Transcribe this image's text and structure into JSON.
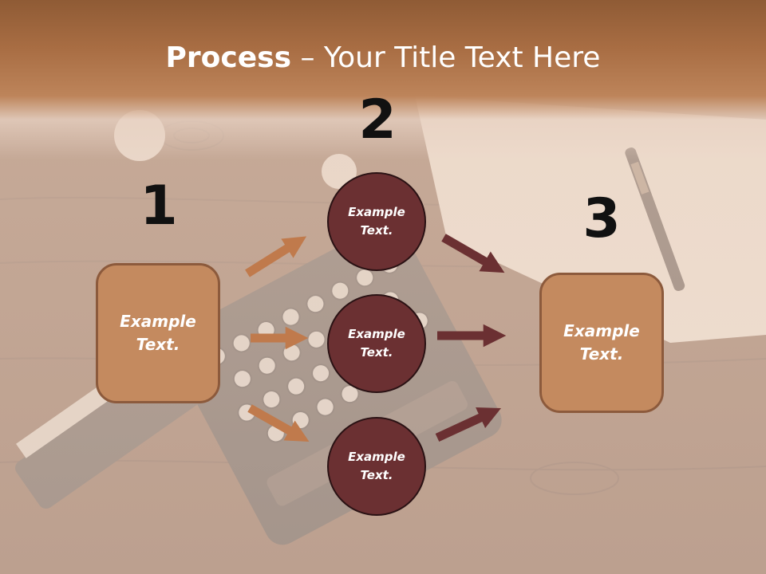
{
  "slide": {
    "title_bold": "Process",
    "title_rest": " – Your Title Text Here",
    "steps": [
      {
        "number": "1",
        "box_text_line1": "Example",
        "box_text_line2": "Text."
      },
      {
        "number": "2",
        "circles": [
          {
            "line1": "Example",
            "line2": "Text."
          },
          {
            "line1": "Example",
            "line2": "Text."
          },
          {
            "line1": "Example",
            "line2": "Text."
          }
        ]
      },
      {
        "number": "3",
        "box_text_line1": "Example",
        "box_text_line2": "Text."
      }
    ]
  },
  "colors": {
    "box_fill": "#c48a5f",
    "circle_fill": "#6b3032",
    "arrow_light": "#c07a4c",
    "arrow_dark": "#6b3032"
  }
}
